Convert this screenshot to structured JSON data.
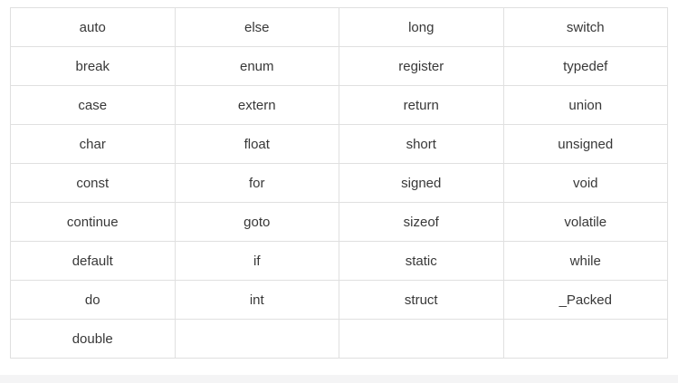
{
  "table": {
    "description": "C reserved keywords table",
    "columns": 4,
    "rows": [
      [
        "auto",
        "else",
        "long",
        "switch"
      ],
      [
        "break",
        "enum",
        "register",
        "typedef"
      ],
      [
        "case",
        "extern",
        "return",
        "union"
      ],
      [
        "char",
        "float",
        "short",
        "unsigned"
      ],
      [
        "const",
        "for",
        "signed",
        "void"
      ],
      [
        "continue",
        "goto",
        "sizeof",
        "volatile"
      ],
      [
        "default",
        "if",
        "static",
        "while"
      ],
      [
        "do",
        "int",
        "struct",
        "_Packed"
      ],
      [
        "double",
        "",
        "",
        ""
      ]
    ]
  },
  "colors": {
    "background": "#ffffff",
    "border": "#e0e0e0",
    "text": "#383838",
    "bottom_strip": "#f4f4f5"
  }
}
